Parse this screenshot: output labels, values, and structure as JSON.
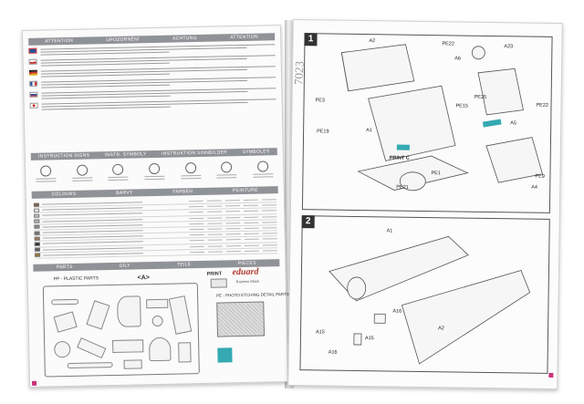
{
  "left": {
    "header_attention": [
      "ATTENTION",
      "UPOZORNĚNÍ",
      "ACHTUNG",
      "ATTENTION"
    ],
    "header_instruction": [
      "INSTRUCTION SIGNS",
      "INSTR. SYMBOLY",
      "INSTRUKTION SINNBILDER",
      "SYMBOLES"
    ],
    "header_colours": [
      "COLOURS",
      "BARVY",
      "FARBEN",
      "PEINTURE"
    ],
    "header_parts": [
      "PARTS",
      "DÍLY",
      "TEILE",
      "PIÈCES"
    ],
    "pp_label": "PP - PLASTIC PARTS",
    "sprue_letter": "<A>",
    "print_label": "PRINT",
    "pe_label": "PE - PHOTO ETCHING DETAIL PARTS",
    "logo": "eduard",
    "logo_sub": "Express Mask",
    "flag_colors": [
      "#cf2f2f",
      "#1f4fa0",
      "#2d2d2d",
      "#d8b21f",
      "#e11",
      "#d62c2c"
    ]
  },
  "right": {
    "step1": "1",
    "step2": "2",
    "stamp": "7023",
    "callouts_step1": [
      "A2",
      "PE22",
      "A23",
      "A6",
      "PE3",
      "PE25",
      "PE15",
      "PE22",
      "A5",
      "A1",
      "PE19",
      "PRINT C",
      "PE21",
      "PE1",
      "PE9",
      "A4"
    ],
    "callouts_step2": [
      "A1",
      "A16",
      "A15",
      "A15",
      "A16",
      "A2"
    ]
  },
  "colors": {
    "accent_teal": "#35a9b2",
    "header_gray": "#8f9296",
    "mark_magenta": "#c9337a"
  }
}
